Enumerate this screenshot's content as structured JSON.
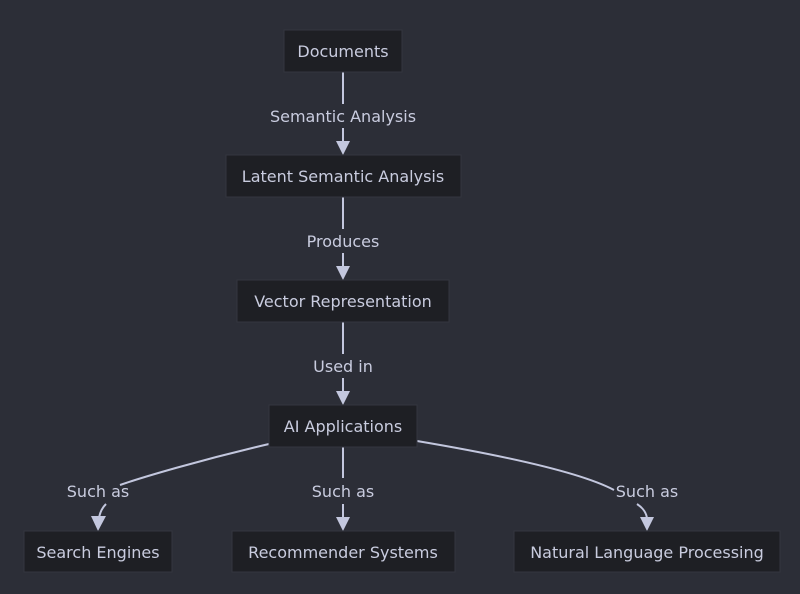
{
  "diagram": {
    "type": "flowchart",
    "direction": "top-down",
    "colors": {
      "background": "#2c2e37",
      "node_fill": "#1e1f24",
      "text": "#c9ccdf",
      "edge": "#c3c7de"
    },
    "nodes": [
      {
        "id": "docs",
        "label": "Documents"
      },
      {
        "id": "lsa",
        "label": "Latent Semantic Analysis"
      },
      {
        "id": "vec",
        "label": "Vector Representation"
      },
      {
        "id": "ai",
        "label": "AI Applications"
      },
      {
        "id": "search",
        "label": "Search Engines"
      },
      {
        "id": "rec",
        "label": "Recommender Systems"
      },
      {
        "id": "nlp",
        "label": "Natural Language Processing"
      }
    ],
    "edges": [
      {
        "from": "docs",
        "to": "lsa",
        "label": "Semantic Analysis"
      },
      {
        "from": "lsa",
        "to": "vec",
        "label": "Produces"
      },
      {
        "from": "vec",
        "to": "ai",
        "label": "Used in"
      },
      {
        "from": "ai",
        "to": "search",
        "label": "Such as"
      },
      {
        "from": "ai",
        "to": "rec",
        "label": "Such as"
      },
      {
        "from": "ai",
        "to": "nlp",
        "label": "Such as"
      }
    ]
  }
}
